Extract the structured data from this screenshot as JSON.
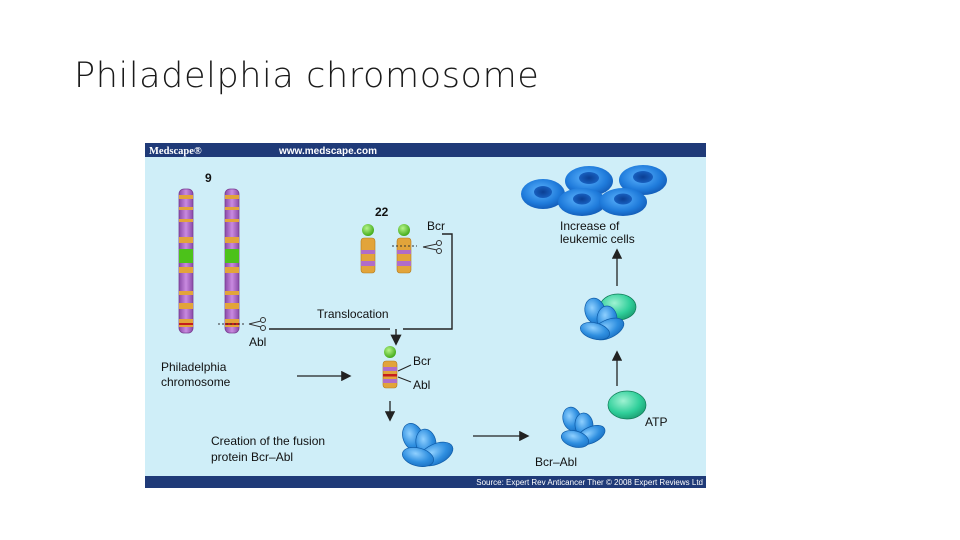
{
  "slide": {
    "title": "Philadelphia chromosome"
  },
  "figure": {
    "header_brand": "Medscape®",
    "header_url": "www.medscape.com",
    "footer_source": "Source: Expert Rev Anticancer Ther © 2008 Expert Reviews Ltd",
    "labels": {
      "chromosome_9": "9",
      "chromosome_22": "22",
      "bcr_top": "Bcr",
      "translocation": "Translocation",
      "abl_left": "Abl",
      "ph_line1": "Philadelphia",
      "ph_line2": "chromosome",
      "bcr_fusion": "Bcr",
      "abl_fusion": "Abl",
      "fusion_line1": "Creation of the fusion",
      "fusion_line2": "protein Bcr–Abl",
      "bcr_abl": "Bcr–Abl",
      "atp": "ATP",
      "increase_line1": "Increase of",
      "increase_line2": "leukemic cells"
    },
    "colors": {
      "panel_bg": "#cfeef8",
      "header_bg": "#1f3a78",
      "protein_blue": "#2f8fe0",
      "atp_green": "#2fcf9a",
      "green_ball": "#4cc21a",
      "chromosome_purple": "#b06cc8",
      "chromosome_orange": "#e2a43a",
      "cell_blue": "#1f7bdb",
      "arrow": "#222222"
    }
  }
}
